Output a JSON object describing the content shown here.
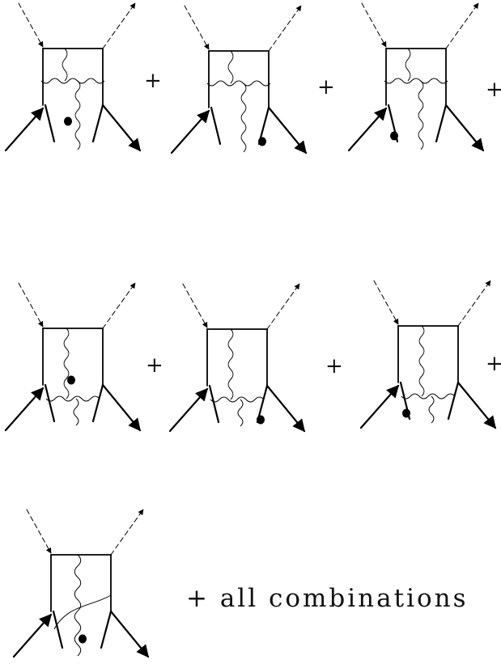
{
  "diagram": {
    "plus_symbol": "+",
    "footer_text": "+ all combinations",
    "marker_color": "#000000",
    "line_color": "#000000",
    "rows": [
      {
        "row": 1,
        "diagrams": 3,
        "wiggly_rung": "top",
        "blob": [
          "inner-wiggle",
          "right-leg",
          "left-leg"
        ],
        "trailing_plus": true
      },
      {
        "row": 2,
        "diagrams": 3,
        "wiggly_rung": "bottom",
        "blob": [
          "inner-wiggle",
          "right-leg",
          "left-leg"
        ],
        "trailing_plus": true
      },
      {
        "row": 3,
        "diagrams": 1,
        "wiggly_rung": "crossed",
        "blob": [
          "inner-wiggle"
        ],
        "trailing_plus": false
      }
    ]
  }
}
